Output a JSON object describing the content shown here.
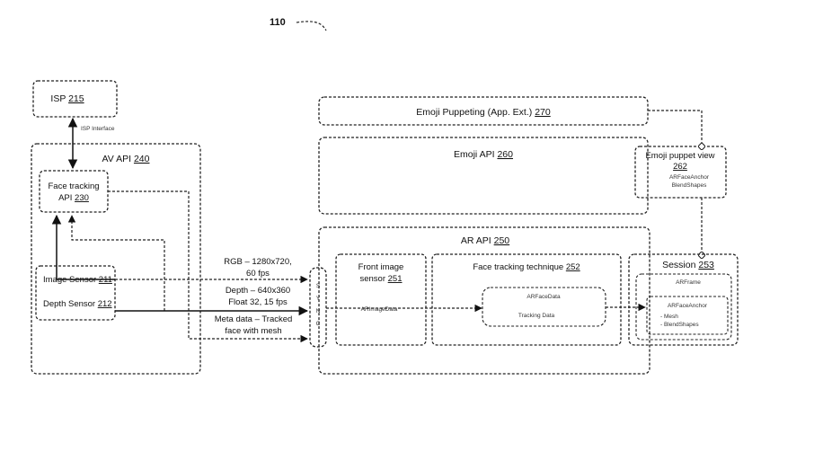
{
  "figure_number": "110",
  "isp": {
    "name": "ISP",
    "ref": "215",
    "interface_label": "ISP Interface"
  },
  "av_api": {
    "name": "AV API",
    "ref": "240"
  },
  "face_tracking_api": {
    "line1": "Face tracking",
    "line2": "API",
    "ref": "230"
  },
  "image_sensor": {
    "name": "Image Sensor",
    "ref": "211"
  },
  "depth_sensor": {
    "name": "Depth Sensor",
    "ref": "212"
  },
  "streams": {
    "rgb_line1": "RGB – 1280x720,",
    "rgb_line2": "60 fps",
    "depth_line1": "Depth – 640x360",
    "depth_line2": "Float 32, 15 fps",
    "meta_line1": "Meta data – Tracked",
    "meta_line2": "face with mesh"
  },
  "sync_letters": [
    "S",
    "Y",
    "N",
    "C"
  ],
  "emoji_puppeting": {
    "name": "Emoji Puppeting (App. Ext.)",
    "ref": "270"
  },
  "emoji_api": {
    "name": "Emoji API",
    "ref": "260"
  },
  "emoji_puppet_view": {
    "name": "Emoji puppet view",
    "ref": "262",
    "sub1": "ARFaceAnchor",
    "sub2": "BlendShapes"
  },
  "ar_api": {
    "name": "AR API",
    "ref": "250"
  },
  "front_image_sensor": {
    "line1": "Front image",
    "line2": "sensor",
    "ref": "251",
    "sub": "ARImageData"
  },
  "face_tracking_technique": {
    "name": "Face tracking technique",
    "ref": "252",
    "inner_title": "ARFaceData",
    "inner_sub": "Tracking Data"
  },
  "session": {
    "name": "Session",
    "ref": "253",
    "frame": "ARFrame",
    "anchor": "ARFaceAnchor",
    "anchor_items": [
      "- Mesh",
      "- BlendShapes"
    ]
  }
}
